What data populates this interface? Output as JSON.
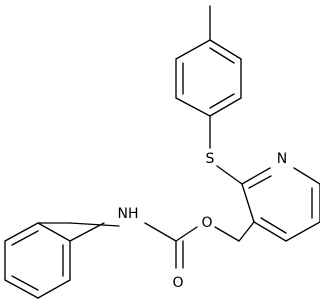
{
  "molecule": {
    "atom_labels": {
      "sulfur": "S",
      "pyridine_nitrogen": "N",
      "amide_nh": "NH",
      "ether_oxygen": "O",
      "carbonyl_oxygen": "O"
    },
    "bond_color": "#000000",
    "background_color": "#ffffff"
  }
}
